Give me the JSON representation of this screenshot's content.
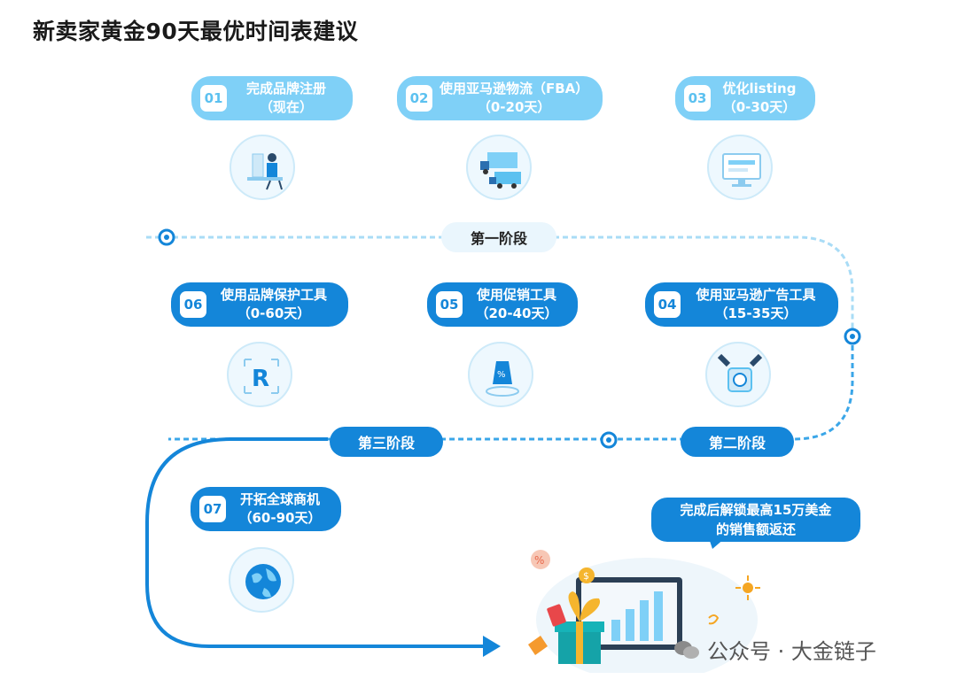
{
  "title": "新卖家黄金90天最优时间表建议",
  "steps": [
    {
      "num": "01",
      "line1": "完成品牌注册",
      "line2": "（现在）",
      "icon": "person-at-desk-icon"
    },
    {
      "num": "02",
      "line1": "使用亚马逊物流（FBA）",
      "line2": "（0-20天）",
      "icon": "delivery-trucks-icon"
    },
    {
      "num": "03",
      "line1": "优化listing",
      "line2": "（0-30天）",
      "icon": "monitor-listing-icon"
    },
    {
      "num": "04",
      "line1": "使用亚马逊广告工具",
      "line2": "（15-35天）",
      "icon": "advertising-spotlight-icon"
    },
    {
      "num": "05",
      "line1": "使用促销工具",
      "line2": "（20-40天）",
      "icon": "discount-tag-icon"
    },
    {
      "num": "06",
      "line1": "使用品牌保护工具",
      "line2": "（0-60天）",
      "icon": "registered-brand-icon"
    },
    {
      "num": "07",
      "line1": "开拓全球商机",
      "line2": "（60-90天）",
      "icon": "globe-icon"
    }
  ],
  "stages": [
    "第一阶段",
    "第二阶段",
    "第三阶段"
  ],
  "reward": {
    "line1": "完成后解锁最高15万美金",
    "line2": "的销售额返还"
  },
  "watermark": "公众号 · 大金链子",
  "colors": {
    "light_blue": "#7fd0f7",
    "dark_blue": "#1486d9",
    "path_light": "#a9dcf6"
  }
}
